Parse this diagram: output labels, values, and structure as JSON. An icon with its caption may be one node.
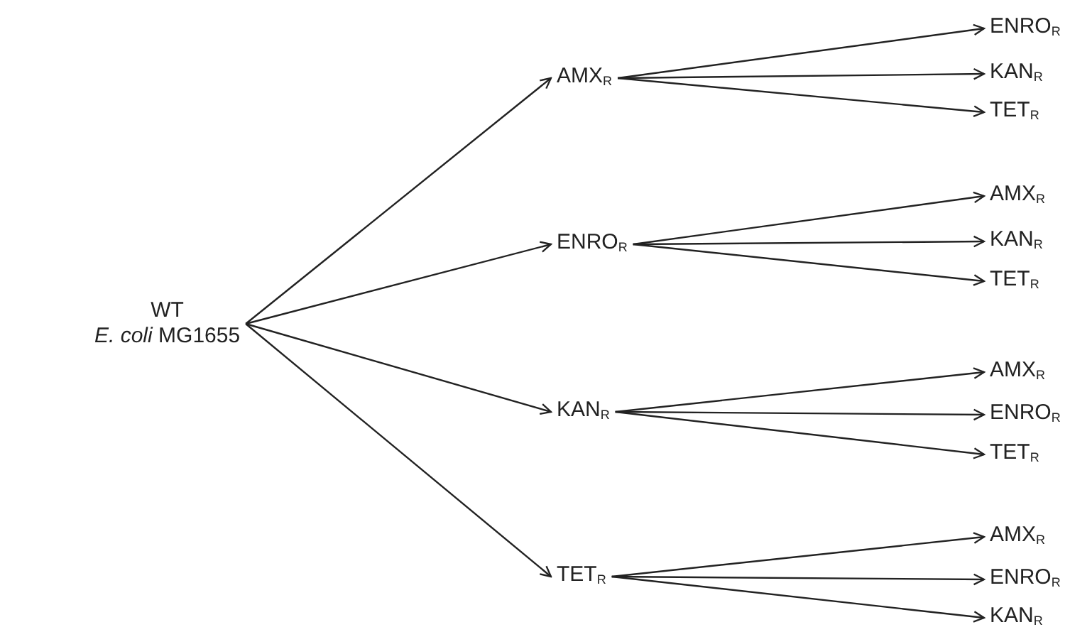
{
  "diagram": {
    "nodes": [
      {
        "text": [
          "WT",
          "*E. coli* MG1655"
        ]
      },
      {
        "text": [
          "AMX$_{R}$"
        ]
      },
      {
        "text": [
          "ENRO$_{R}$"
        ]
      },
      {
        "text": [
          "KAN$_{R}$"
        ]
      },
      {
        "text": [
          "TET$_{R}$"
        ]
      },
      {
        "text": [
          "ENRO$_{R}$"
        ]
      },
      {
        "text": [
          "KAN$_{R}$"
        ]
      },
      {
        "text": [
          "TET$_{R}$"
        ]
      },
      {
        "text": [
          "AMX$_{R}$"
        ]
      },
      {
        "text": [
          "KAN$_{R}$"
        ]
      },
      {
        "text": [
          "TET$_{R}$"
        ]
      },
      {
        "text": [
          "AMX$_{R}$"
        ]
      },
      {
        "text": [
          "ENRO$_{R}$"
        ]
      },
      {
        "text": [
          "TET$_{R}$"
        ]
      },
      {
        "text": [
          "AMX$_{R}$"
        ]
      },
      {
        "text": [
          "ENRO$_{R}$"
        ]
      },
      {
        "text": [
          "KAN$_{R}$"
        ]
      }
    ],
    "edges": [
      {
        "from": 0,
        "to": 1,
        "arrow": "to"
      },
      {
        "from": 0,
        "to": 2,
        "arrow": "to"
      },
      {
        "from": 0,
        "to": 3,
        "arrow": "to"
      },
      {
        "from": 0,
        "to": 4,
        "arrow": "to"
      },
      {
        "from": 1,
        "to": 5,
        "arrow": "to"
      },
      {
        "from": 1,
        "to": 6,
        "arrow": "to"
      },
      {
        "from": 1,
        "to": 7,
        "arrow": "to"
      },
      {
        "from": 2,
        "to": 8,
        "arrow": "to"
      },
      {
        "from": 2,
        "to": 9,
        "arrow": "to"
      },
      {
        "from": 2,
        "to": 10,
        "arrow": "to"
      },
      {
        "from": 3,
        "to": 11,
        "arrow": "to"
      },
      {
        "from": 3,
        "to": 12,
        "arrow": "to"
      },
      {
        "from": 3,
        "to": 13,
        "arrow": "to"
      },
      {
        "from": 4,
        "to": 14,
        "arrow": "to"
      },
      {
        "from": 4,
        "to": 15,
        "arrow": "to"
      },
      {
        "from": 4,
        "to": 16,
        "arrow": "to"
      }
    ]
  }
}
